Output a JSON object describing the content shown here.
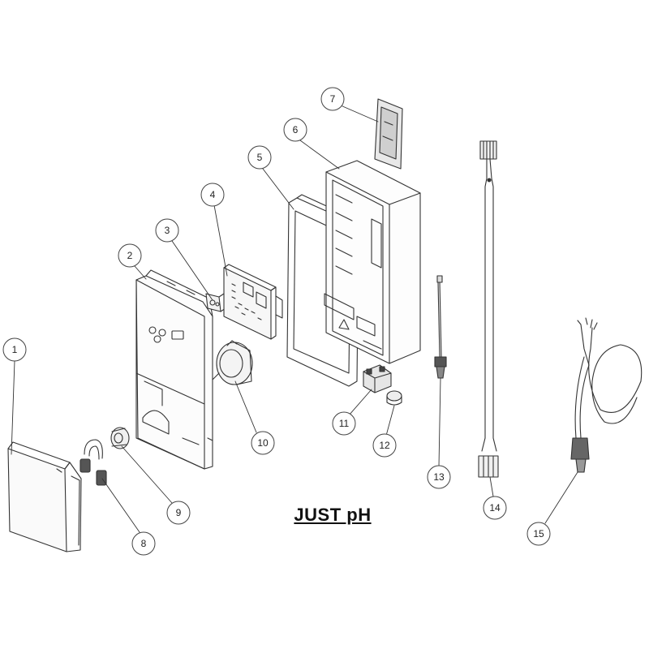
{
  "title": "JUST pH",
  "callouts": [
    {
      "id": 1,
      "label": "1"
    },
    {
      "id": 2,
      "label": "2"
    },
    {
      "id": 3,
      "label": "3"
    },
    {
      "id": 4,
      "label": "4"
    },
    {
      "id": 5,
      "label": "5"
    },
    {
      "id": 6,
      "label": "6"
    },
    {
      "id": 7,
      "label": "7"
    },
    {
      "id": 8,
      "label": "8"
    },
    {
      "id": 9,
      "label": "9"
    },
    {
      "id": 10,
      "label": "10"
    },
    {
      "id": 11,
      "label": "11"
    },
    {
      "id": 12,
      "label": "12"
    },
    {
      "id": 13,
      "label": "13"
    },
    {
      "id": 14,
      "label": "14"
    },
    {
      "id": 15,
      "label": "15"
    }
  ]
}
